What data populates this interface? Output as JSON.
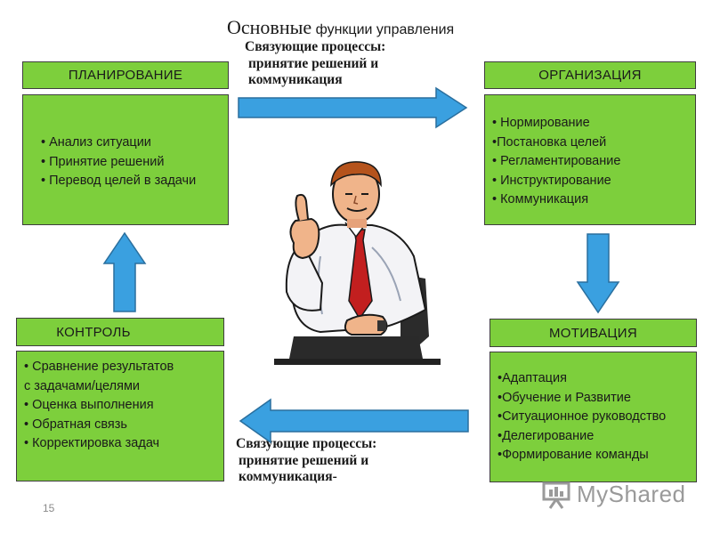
{
  "title": {
    "main": "Основные",
    "rest": "функции управления"
  },
  "boxes": {
    "planning": {
      "header": "ПЛАНИРОВАНИЕ",
      "items": [
        "• Анализ ситуации",
        "• Принятие решений",
        "• Перевод  целей в задачи"
      ]
    },
    "organization": {
      "header": "ОРГАНИЗАЦИЯ",
      "items": [
        "• Нормирование",
        "•Постановка целей",
        "• Регламентирование",
        "• Инструктирование",
        "• Коммуникация"
      ]
    },
    "control": {
      "header": "КОНТРОЛЬ",
      "items": [
        "• Сравнение результатов",
        "с задачами/целями",
        "• Оценка выполнения",
        "• Обратная связь",
        "• Корректировка задач"
      ]
    },
    "motivation": {
      "header": "МОТИВАЦИЯ",
      "items": [
        "•Адаптация",
        "•Обучение и Развитие",
        "•Ситуационное руководство",
        "•Делегирование",
        "•Формирование команды"
      ]
    }
  },
  "processes": {
    "top": [
      "Связующие процессы:",
      "принятие решений и",
      "коммуникация"
    ],
    "bottom": [
      "Связующие процессы:",
      "принятие решений и",
      "коммуникация-"
    ]
  },
  "page_number": "15",
  "watermark": "MyShared",
  "colors": {
    "box_green": "#7dcf3c",
    "arrow_blue": "#3aa0e0",
    "border": "#3e3e3e"
  },
  "icons": {
    "arrows": "thick-block-arrow",
    "illustration": "businessman-thumbs-up"
  }
}
